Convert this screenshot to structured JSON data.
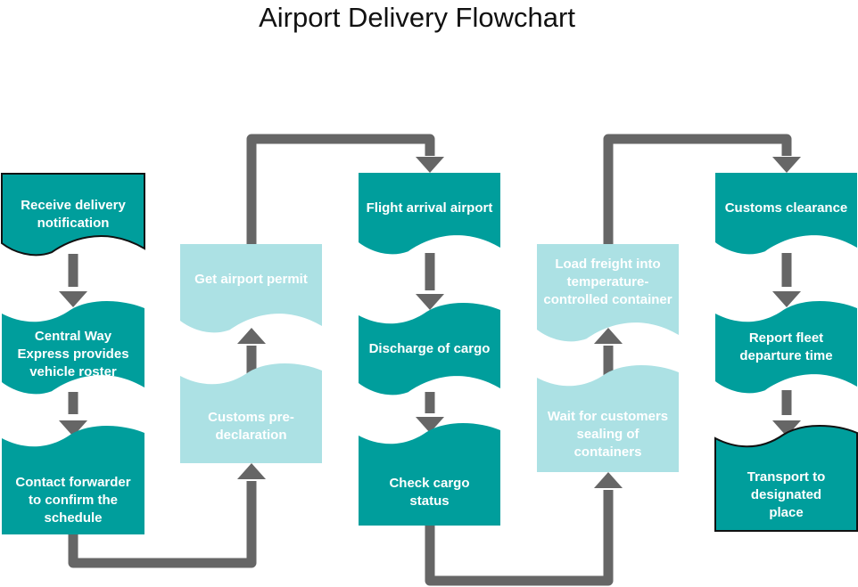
{
  "title": "Airport Delivery Flowchart",
  "colors": {
    "dark_teal": "#009e9c",
    "light_teal": "#ace1e4",
    "arrow_gray": "#666666",
    "border": "#111111"
  },
  "steps": [
    {
      "id": "s1",
      "label": "Receive delivery\nnotification",
      "style": "dark",
      "terminal": true
    },
    {
      "id": "s2",
      "label": "Central Way\nExpress provides\nvehicle roster",
      "style": "dark"
    },
    {
      "id": "s3",
      "label": "Contact forwarder\nto confirm the\nschedule",
      "style": "dark"
    },
    {
      "id": "s4",
      "label": "Customs pre-\ndeclaration",
      "style": "light"
    },
    {
      "id": "s5",
      "label": "Get airport permit",
      "style": "light"
    },
    {
      "id": "s6",
      "label": "Flight arrival airport",
      "style": "dark"
    },
    {
      "id": "s7",
      "label": "Discharge of cargo",
      "style": "dark"
    },
    {
      "id": "s8",
      "label": "Check cargo\nstatus",
      "style": "dark"
    },
    {
      "id": "s9",
      "label": "Wait for customers\nsealing of\ncontainers",
      "style": "light"
    },
    {
      "id": "s10",
      "label": "Load freight into\ntemperature-\ncontrolled container",
      "style": "light"
    },
    {
      "id": "s11",
      "label": "Customs clearance",
      "style": "dark"
    },
    {
      "id": "s12",
      "label": "Report fleet\ndeparture time",
      "style": "dark"
    },
    {
      "id": "s13",
      "label": "Transport to\ndesignated\nplace",
      "style": "dark",
      "terminal": true
    }
  ],
  "connections": [
    [
      "s1",
      "s2"
    ],
    [
      "s2",
      "s3"
    ],
    [
      "s3",
      "s4"
    ],
    [
      "s4",
      "s5"
    ],
    [
      "s5",
      "s6"
    ],
    [
      "s6",
      "s7"
    ],
    [
      "s7",
      "s8"
    ],
    [
      "s8",
      "s9"
    ],
    [
      "s9",
      "s10"
    ],
    [
      "s10",
      "s11"
    ],
    [
      "s11",
      "s12"
    ],
    [
      "s12",
      "s13"
    ]
  ]
}
